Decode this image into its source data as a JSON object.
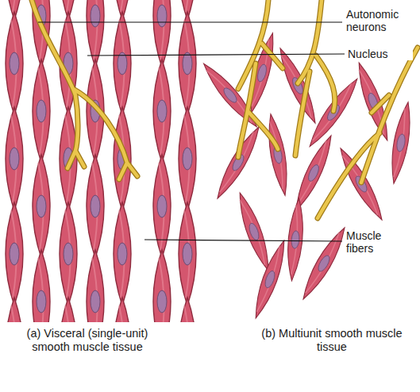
{
  "diagram": {
    "labels": [
      "Autonomic neurons",
      "Nucleus",
      "Muscle fibers",
      "(a) Visceral (single-unit) smooth muscle tissue",
      "(b) Multiunit smooth muscle tissue"
    ]
  }
}
